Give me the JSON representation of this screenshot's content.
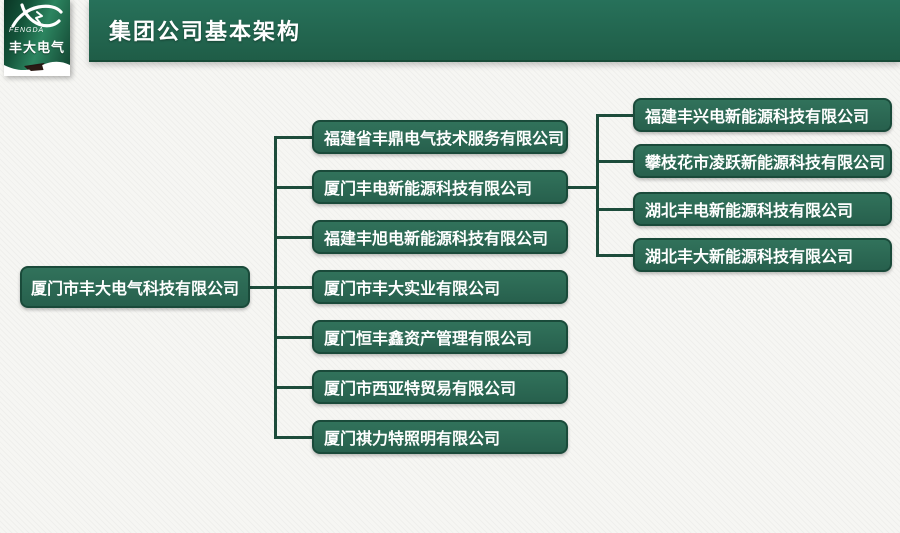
{
  "logo": {
    "brand_en": "FENGDA",
    "brand_cn": "丰大电气"
  },
  "header": {
    "title": "集团公司基本架构"
  },
  "org": {
    "root": {
      "name": "厦门市丰大电气科技有限公司"
    },
    "children": [
      {
        "name": "福建省丰鼎电气技术服务有限公司"
      },
      {
        "name": "厦门丰电新能源科技有限公司",
        "children": [
          {
            "name": "福建丰兴电新能源科技有限公司"
          },
          {
            "name": "攀枝花市凌跃新能源科技有限公司"
          },
          {
            "name": "湖北丰电新能源科技有限公司"
          },
          {
            "name": "湖北丰大新能源科技有限公司"
          }
        ]
      },
      {
        "name": "福建丰旭电新能源科技有限公司"
      },
      {
        "name": "厦门市丰大实业有限公司"
      },
      {
        "name": "厦门恒丰鑫资产管理有限公司"
      },
      {
        "name": "厦门市西亚特贸易有限公司"
      },
      {
        "name": "厦门祺力特照明有限公司"
      }
    ]
  },
  "colors": {
    "header_green": "#236552",
    "box_green": "#2b6a56",
    "line_green": "#1d4c3b",
    "background": "#f6f6f3"
  }
}
